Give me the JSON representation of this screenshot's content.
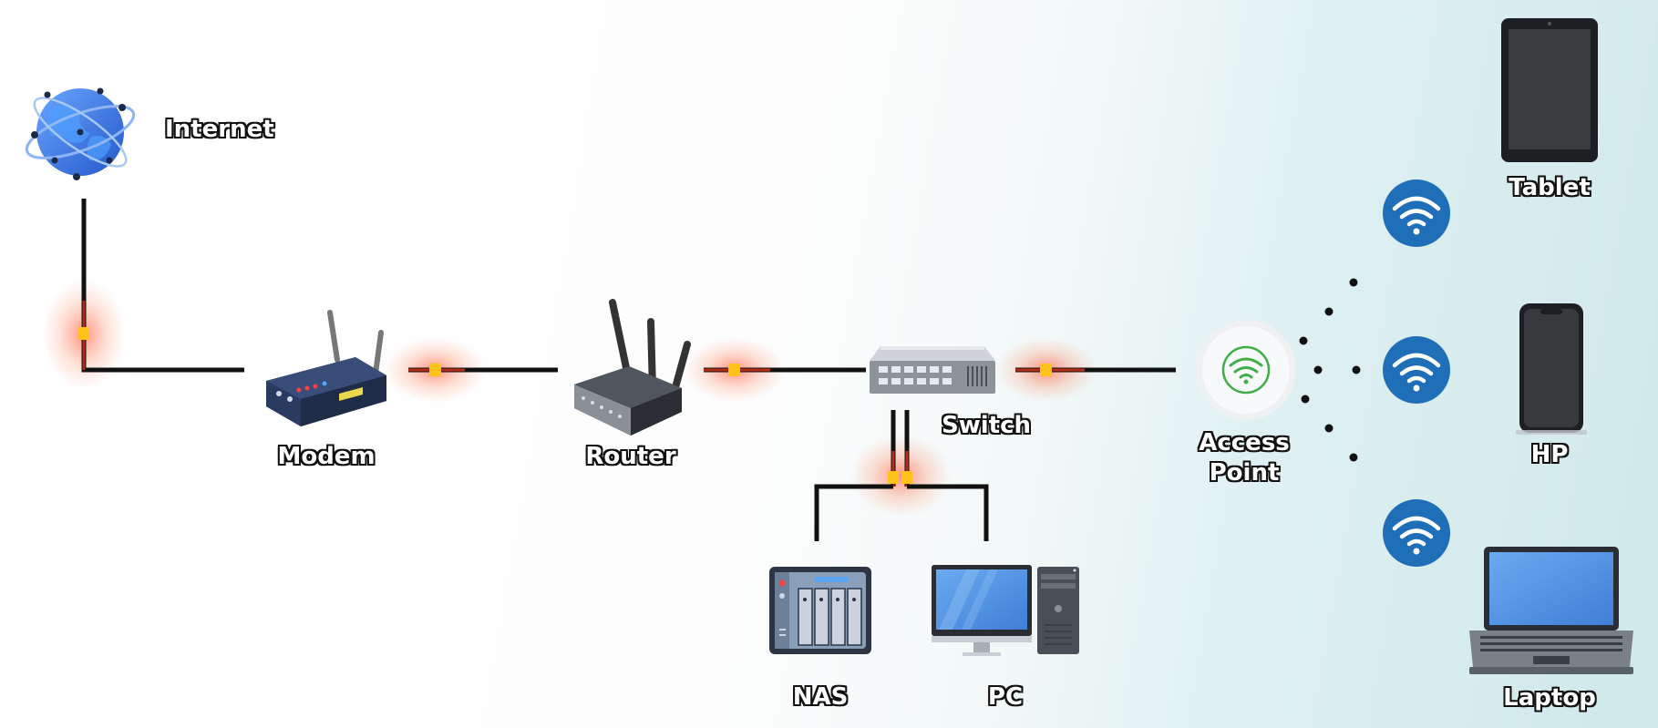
{
  "nodes": {
    "internet": {
      "label": "Internet"
    },
    "modem": {
      "label": "Modem"
    },
    "router": {
      "label": "Router"
    },
    "switch": {
      "label": "Switch"
    },
    "access_point": {
      "label": "Access\nPoint"
    },
    "nas": {
      "label": "NAS"
    },
    "pc": {
      "label": "PC"
    },
    "tablet": {
      "label": "Tablet"
    },
    "hp": {
      "label": "HP"
    },
    "laptop": {
      "label": "Laptop"
    }
  },
  "colors": {
    "cable": "#111111",
    "signal": "#ff3a1a",
    "connector": "#ffc21a",
    "wifi_badge": "#1e6fb8",
    "ap_icon": "#3fae49",
    "globe": "#3a7fe8"
  },
  "icons": [
    "globe-icon",
    "modem-icon",
    "router-icon",
    "switch-icon",
    "access-point-icon",
    "nas-icon",
    "pc-monitor-icon",
    "pc-tower-icon",
    "tablet-icon",
    "phone-icon",
    "laptop-icon",
    "wifi-icon"
  ]
}
